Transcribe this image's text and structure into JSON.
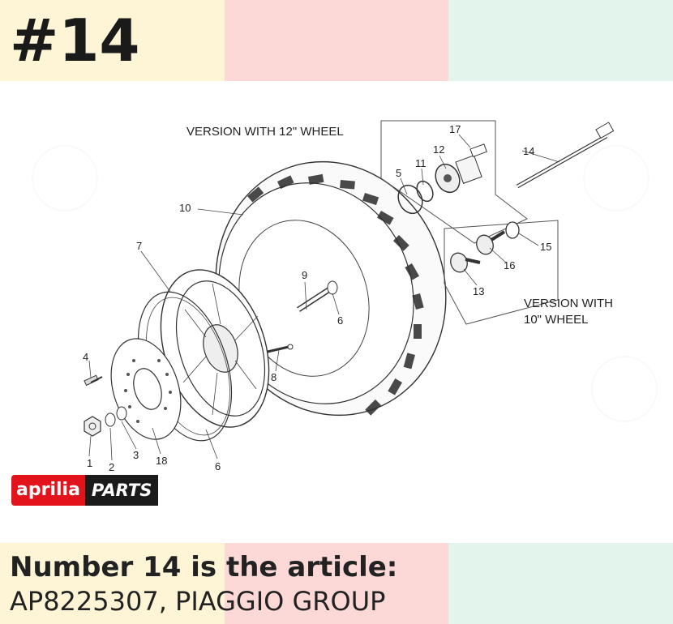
{
  "header": {
    "title": "#14"
  },
  "caption": {
    "line1": "Number 14 is the article:",
    "line2": "AP8225307, PIAGGIO GROUP"
  },
  "diagram": {
    "version_12": "VERSION WITH 12\" WHEEL",
    "version_10_line1": "VERSION WITH",
    "version_10_line2": "10\" WHEEL",
    "callouts": {
      "c1": "1",
      "c2": "2",
      "c3": "3",
      "c4": "4",
      "c5": "5",
      "c6a": "6",
      "c6b": "6",
      "c7": "7",
      "c8": "8",
      "c9": "9",
      "c10": "10",
      "c11": "11",
      "c12": "12",
      "c13": "13",
      "c14": "14",
      "c15": "15",
      "c16": "16",
      "c17": "17",
      "c18": "18"
    }
  },
  "logo": {
    "brand": "aprilia",
    "parts": "PARTS"
  },
  "colors": {
    "band_yellow": "#fdf5d6",
    "band_pink": "#fcd9d7",
    "band_green": "#e2f4ec",
    "logo_red": "#e3131b"
  }
}
